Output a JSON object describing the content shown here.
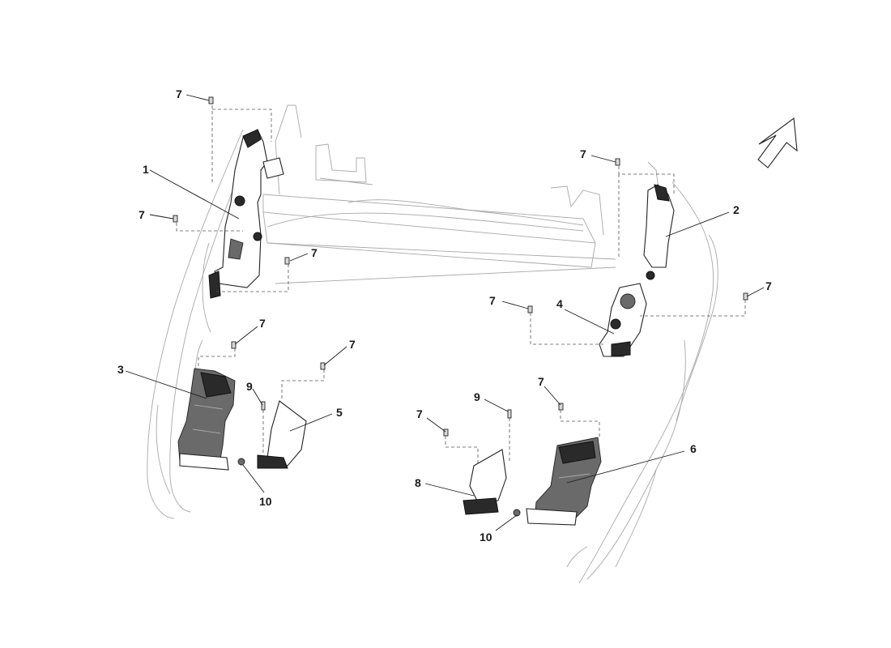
{
  "diagram": {
    "callouts": [
      "1",
      "2",
      "3",
      "4",
      "5",
      "6",
      "7",
      "8",
      "9",
      "10"
    ],
    "icons": [
      "direction-arrow-icon"
    ]
  }
}
